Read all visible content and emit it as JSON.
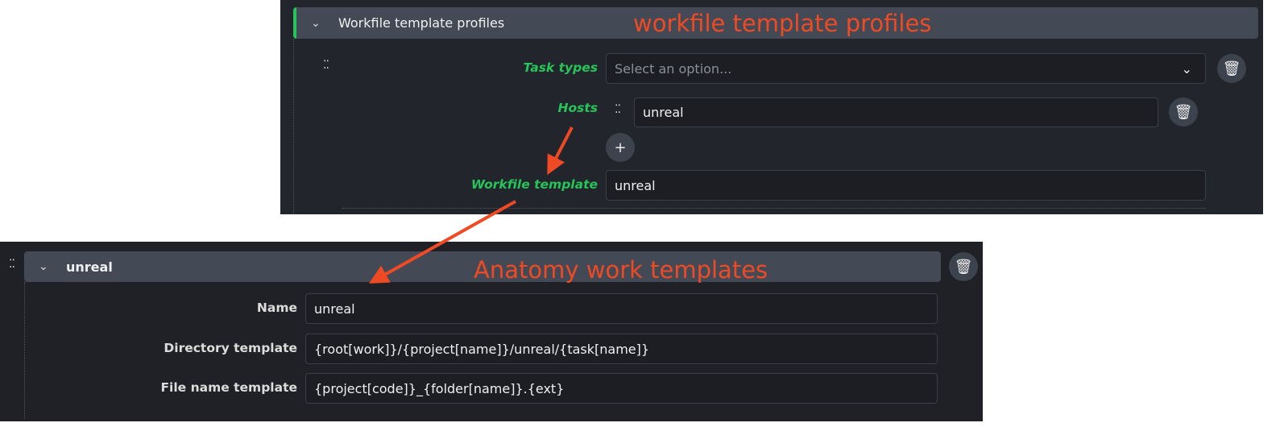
{
  "profiles": {
    "header_title": "Workfile template profiles",
    "task_types_label": "Task types",
    "task_types_placeholder": "Select an option...",
    "hosts_label": "Hosts",
    "hosts": [
      "unreal"
    ],
    "add_label": "+",
    "workfile_template_label": "Workfile template",
    "workfile_template_value": "unreal"
  },
  "templates": {
    "header_title": "unreal",
    "name_label": "Name",
    "name_value": "unreal",
    "directory_label": "Directory template",
    "directory_value": "{root[work]}/{project[name]}/unreal/{task[name]}",
    "file_label": "File name template",
    "file_value": "{project[code]}_{folder[name]}.{ext}"
  },
  "annotations": {
    "profiles": "workfile template profiles",
    "templates": "Anatomy work templates"
  },
  "colors": {
    "accent_green": "#27c45a",
    "annotation_red": "#f04a24"
  }
}
